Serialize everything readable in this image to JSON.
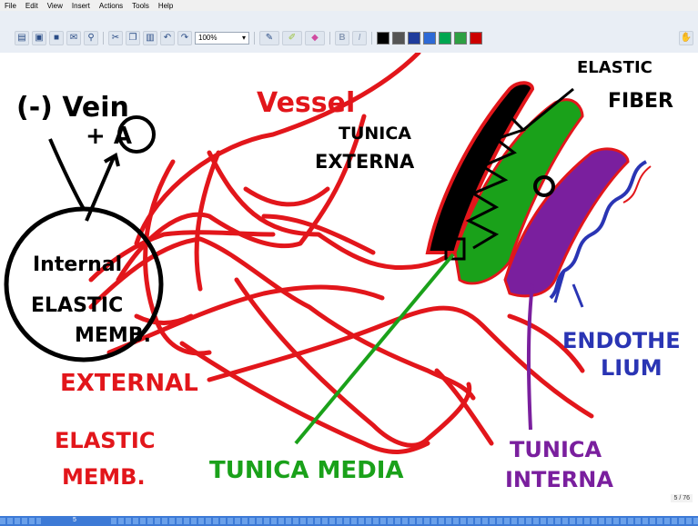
{
  "menu": {
    "items": [
      "File",
      "Edit",
      "View",
      "Insert",
      "Actions",
      "Tools",
      "Help"
    ]
  },
  "toolbar": {
    "zoom_value": "100%",
    "icons": [
      "new-page-icon",
      "save-icon",
      "email-icon",
      "find-icon",
      "cut-icon",
      "copy-icon",
      "paste-icon",
      "undo-icon",
      "redo-icon",
      "pen-icon",
      "highlighter-icon",
      "eraser-icon",
      "bold-icon",
      "italic-icon",
      "hand-icon"
    ],
    "color_swatches": [
      "#000000",
      "#555555",
      "#1f3c9c",
      "#2e6ad6",
      "#00a651",
      "#2ea043",
      "#cc0000"
    ]
  },
  "canvas": {
    "annotations": {
      "minus_vein": "(-) Vein",
      "plus_a": "+ A",
      "vessel": "Vessel",
      "tunica_externa_1": "TUNICA",
      "tunica_externa_2": "EXTERNA",
      "elastic_fiber_1": "ELASTIC",
      "elastic_fiber_2": "FIBER",
      "internal": "Internal",
      "elastic_memb_inner_1": "ELASTIC",
      "elastic_memb_inner_2": "MEMB.",
      "external": "EXTERNAL",
      "elastic_memb_outer_1": "ELASTIC",
      "elastic_memb_outer_2": "MEMB.",
      "tunica_media": "TUNICA MEDIA",
      "endothelium_1": "ENDOTHE",
      "endothelium_2": "LIUM",
      "tunica_interna_1": "TUNICA",
      "tunica_interna_2": "INTERNA"
    },
    "ink_colors": {
      "red": "#e2161b",
      "black": "#000000",
      "green": "#1aa11a",
      "purple": "#7a1f9e",
      "blue": "#2a35b4"
    }
  },
  "footer": {
    "page_indicator": "5 / 76",
    "status_mark": "5"
  }
}
